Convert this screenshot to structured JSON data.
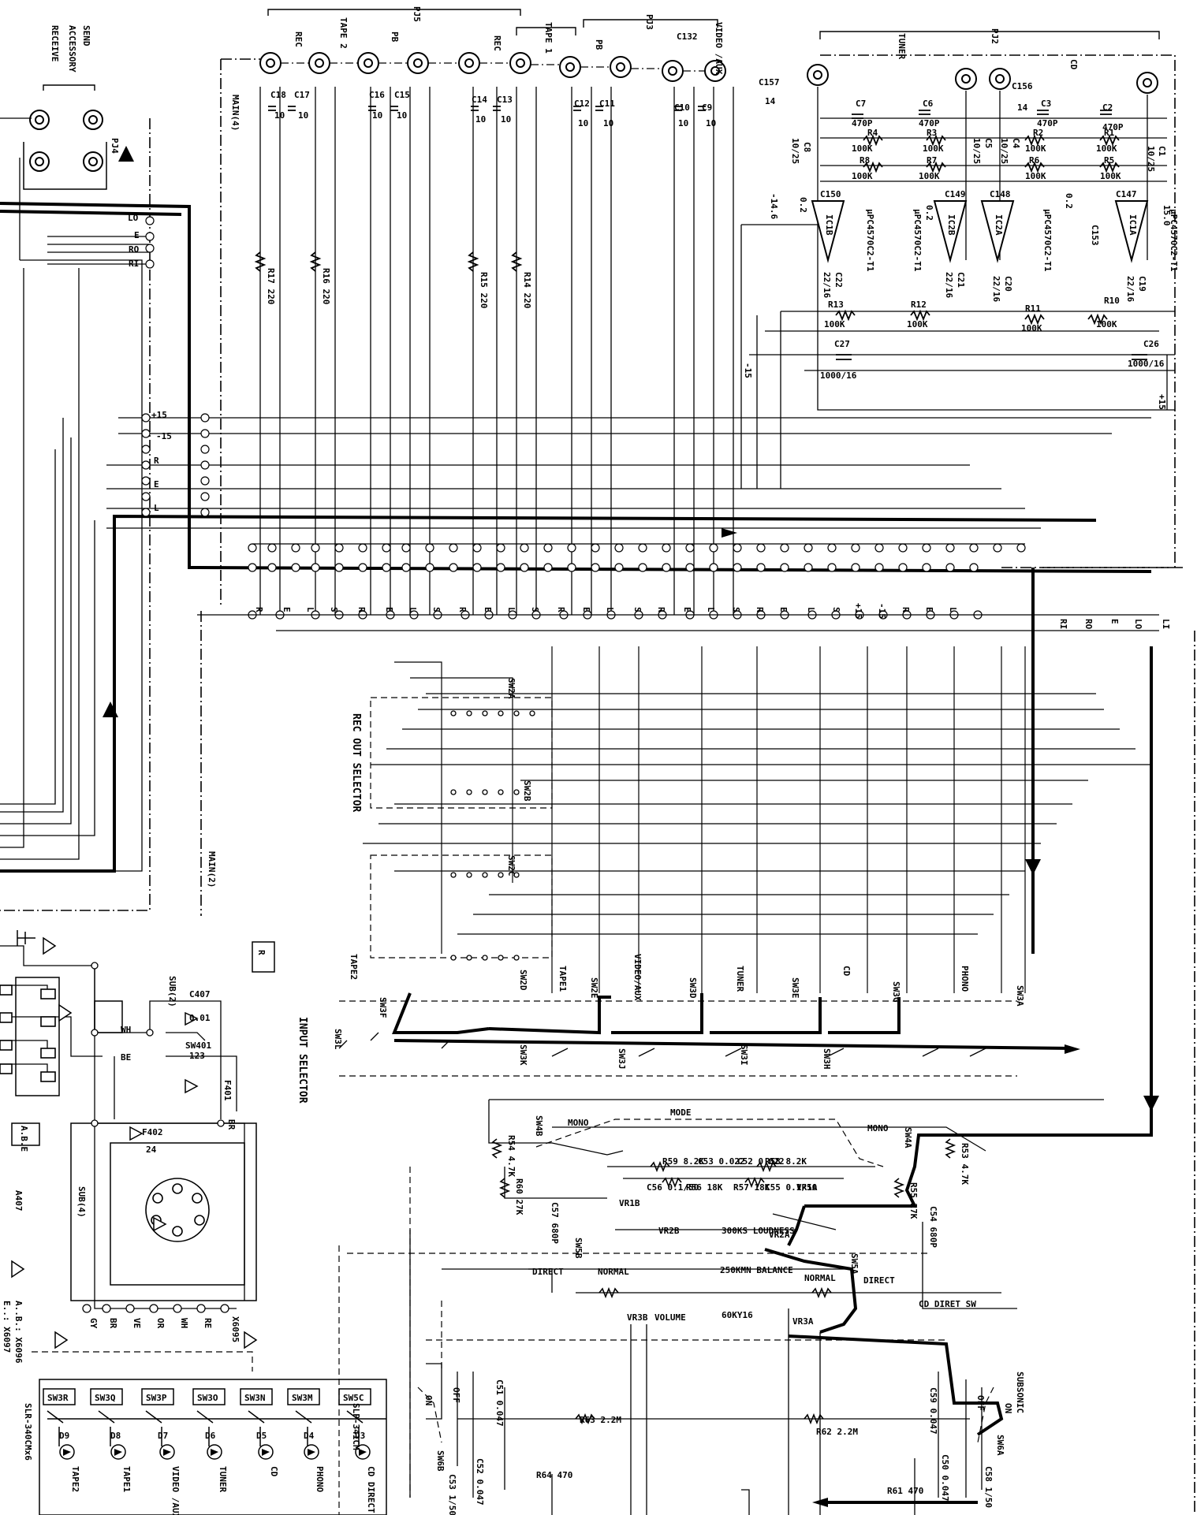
{
  "jacks": {
    "pj5": "PJ5",
    "pj3": "PJ3",
    "pj2": "PJ2",
    "pj4": "PJ4",
    "tape2": "TAPE 2",
    "tape1": "TAPE 1",
    "rec_a": "REC",
    "pb_a": "PB",
    "rec_b": "REC",
    "pb_b": "PB",
    "video_aux": "VIDEO /AUX",
    "tuner": "TUNER",
    "cd": "CD",
    "send": "SEND",
    "accessory": "ACCESSORY",
    "receive": "RECEIVE"
  },
  "boards": {
    "main4": "MAIN(4)",
    "main2": "MAIN(2)",
    "sub2": "SUB(2)",
    "sub4": "SUB(4)",
    "r": "R",
    "abe": "A.B.E"
  },
  "caps_top": [
    "C18",
    "C17",
    "C16",
    "C15",
    "C14",
    "C13",
    "C12",
    "C11",
    "C10",
    "C9"
  ],
  "cap_value": "10",
  "resistors_vert": [
    "R17 220",
    "R16 220",
    "R15 220",
    "R14 220"
  ],
  "preamp": {
    "c132": "C132",
    "c157": "C157",
    "c157v": "14",
    "c156": "C156",
    "c156v": "14",
    "c7": "C7",
    "c6": "C6",
    "c3": "C3",
    "c2": "C2",
    "c1": "C1",
    "cap470": "470P",
    "r4": "R4",
    "r3": "R3",
    "r2": "R2",
    "r1": "R1",
    "r8": "R8",
    "r7": "R7",
    "r6": "R6",
    "r5": "R5",
    "r100k": "100K",
    "c8": "C8",
    "c5": "C5",
    "c4": "C4",
    "c1025": "10/25",
    "c150": "C150",
    "c149": "C149",
    "c148": "C148",
    "c147": "C147",
    "c153": "C153",
    "ic1b": "IC1B",
    "ic2b": "IC2B",
    "ic2a": "IC2A",
    "ic1a": "IC1A",
    "upc": "µPC4570C2-T1",
    "c22": "C22",
    "c21": "C21",
    "c20": "C20",
    "c19": "C19",
    "c2216": "22/16",
    "r13": "R13",
    "r12": "R12",
    "r11": "R11",
    "r10": "R10",
    "c27": "C27",
    "c26": "C26",
    "c1000": "1000/16",
    "m15": "-15",
    "p15": "+15",
    "m146": "-14.6",
    "p150": "15.0",
    "v02": "0.2"
  },
  "buses": {
    "left": [
      "+15",
      "-15",
      "R",
      "E",
      "L"
    ],
    "connector": [
      "LO",
      "E",
      "RO",
      "RI"
    ],
    "right_end": [
      "RI",
      "RO",
      "E",
      "LO",
      "LI"
    ],
    "row": [
      "R",
      "E",
      "L",
      "S",
      "R",
      "E",
      "L",
      "S",
      "R",
      "E",
      "L",
      "S",
      "R",
      "E",
      "L",
      "S",
      "R",
      "E",
      "L",
      "S",
      "R",
      "E",
      "L",
      "S",
      "+15",
      "-15",
      "R",
      "E",
      "L"
    ]
  },
  "selector": {
    "rec_out": "REC OUT SELECTOR",
    "input_sel": "INPUT SELECTOR",
    "sw_labels": [
      "SW2A",
      "SW2B",
      "SW2C",
      "SW2D",
      "SW2E",
      "SW3D",
      "SW3E",
      "SW3F",
      "SW3A",
      "SW3G",
      "SW3L",
      "SW3K",
      "SW3J",
      "SW3I",
      "SW3H"
    ],
    "inputs": [
      "TAPE2",
      "TAPE1",
      "VIDEO/AUX",
      "TUNER",
      "CD",
      "PHONO"
    ]
  },
  "tone": {
    "mode": "MODE",
    "mono": "MONO",
    "sw4b": "SW4B",
    "sw4a": "SW4A",
    "r54": "R54 4.7K",
    "r53": "R53 4.7K",
    "r60": "R60 27K",
    "r55": "R55 27K",
    "c57": "C57 680P",
    "c54": "C54 680P",
    "r59": "R59 8.2K",
    "c53": "C53 0.022",
    "c52": "C52 0.022",
    "r58": "R58 8.2K",
    "c56": "C56 0.1/50",
    "r56": "R56 18K",
    "r57": "R57 18K",
    "c55": "C55 0.1/50",
    "vr1b": "VR1B",
    "vr1a": "VR1A",
    "vr2b": "VR2B",
    "vr2a": "VR2A",
    "loudness": "300KS LOUDNESS",
    "balance": "250KMN BALANCE",
    "sw5b": "SW5B",
    "sw5a": "SW5A",
    "direct": "DIRECT",
    "normal": "NORMAL",
    "cd_direct": "CD DIRET SW",
    "vr3b": "VR3B",
    "volume": "VOLUME",
    "vr_val": "60KY16",
    "vr3a": "VR3A"
  },
  "power": {
    "c407": "C407",
    "c407v": "0.01",
    "sw401": "SW401",
    "sw401v": "123",
    "f401": "F401",
    "f402": "F402",
    "f402v": "24",
    "wh": "WH",
    "be": "BE",
    "br": "BR",
    "pins": [
      "GY",
      "BR",
      "VE",
      "OR",
      "WH",
      "RE"
    ],
    "x6095": "X6095",
    "a407": "A407",
    "note_ab": "A..B.: X6096",
    "note_e": "E..: X6097"
  },
  "switches": [
    "SW3R",
    "SW3Q",
    "SW3P",
    "SW3O",
    "SW3N",
    "SW3M",
    "SW5C"
  ],
  "leds": [
    "D9",
    "D8",
    "D7",
    "D6",
    "D5",
    "D4",
    "D3"
  ],
  "led_labels": [
    "TAPE2",
    "TAPE1",
    "VIDEO /AUX",
    "TUNER",
    "CD",
    "PHONO",
    "CD DIRECT"
  ],
  "led_part": "SLR-340CMx6",
  "led_part2": "SLP-341CM",
  "subsonic": {
    "c51": "C51 0.047",
    "c59": "C59 0.047",
    "c50": "C50 0.047",
    "c52": "C52 0.047",
    "off": "OFF",
    "on": "ON",
    "sw6b": "SW6B",
    "sw6a": "SW6A",
    "c53": "C53 1/50",
    "c58": "C58 1/50",
    "r63": "R63 2.2M",
    "r62": "R62 2.2M",
    "r64": "R64 470",
    "r61": "R61 470",
    "subsonic": "SUBSONIC"
  }
}
